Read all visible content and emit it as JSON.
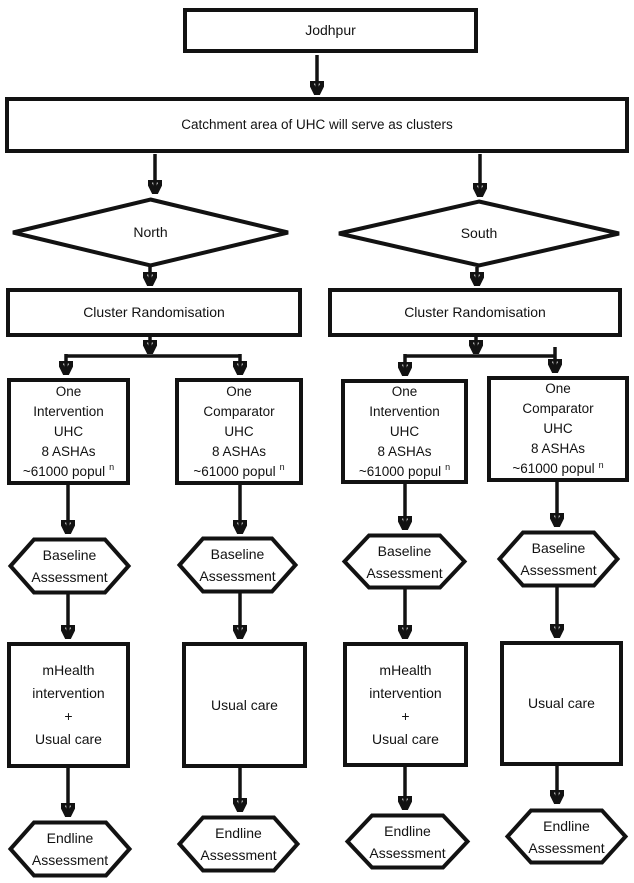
{
  "diagram": {
    "ink_color": "#121212",
    "background_color": "#ffffff",
    "root": {
      "label": "Jodhpur"
    },
    "catchment": {
      "label": "Catchment area of UHC will serve as clusters"
    },
    "regions": [
      {
        "label": "North"
      },
      {
        "label": "South"
      }
    ],
    "randomisation_label": "Cluster Randomisation",
    "columns": [
      {
        "arm_lines": [
          "One",
          "Intervention",
          "UHC",
          "8 ASHAs"
        ],
        "population": "~61000 popul",
        "population_superscript": "n",
        "baseline_lines": [
          "Baseline",
          "Assessment"
        ],
        "care_lines": [
          "mHealth",
          "intervention",
          "+",
          "Usual care"
        ],
        "endline_lines": [
          "Endline",
          "Assessment"
        ]
      },
      {
        "arm_lines": [
          "One",
          "Comparator",
          "UHC",
          "8 ASHAs"
        ],
        "population": "~61000 popul",
        "population_superscript": "n",
        "baseline_lines": [
          "Baseline",
          "Assessment"
        ],
        "care_lines": [
          "Usual care"
        ],
        "endline_lines": [
          "Endline",
          "Assessment"
        ]
      },
      {
        "arm_lines": [
          "One",
          "Intervention",
          "UHC",
          "8 ASHAs"
        ],
        "population": "~61000 popul",
        "population_superscript": "n",
        "baseline_lines": [
          "Baseline",
          "Assessment"
        ],
        "care_lines": [
          "mHealth",
          "intervention",
          "+",
          "Usual care"
        ],
        "endline_lines": [
          "Endline",
          "Assessment"
        ]
      },
      {
        "arm_lines": [
          "One",
          "Comparator",
          "UHC",
          "8 ASHAs"
        ],
        "population": "~61000 popul",
        "population_superscript": "n",
        "baseline_lines": [
          "Baseline",
          "Assessment"
        ],
        "care_lines": [
          "Usual care"
        ],
        "endline_lines": [
          "Endline",
          "Assessment"
        ]
      }
    ]
  }
}
